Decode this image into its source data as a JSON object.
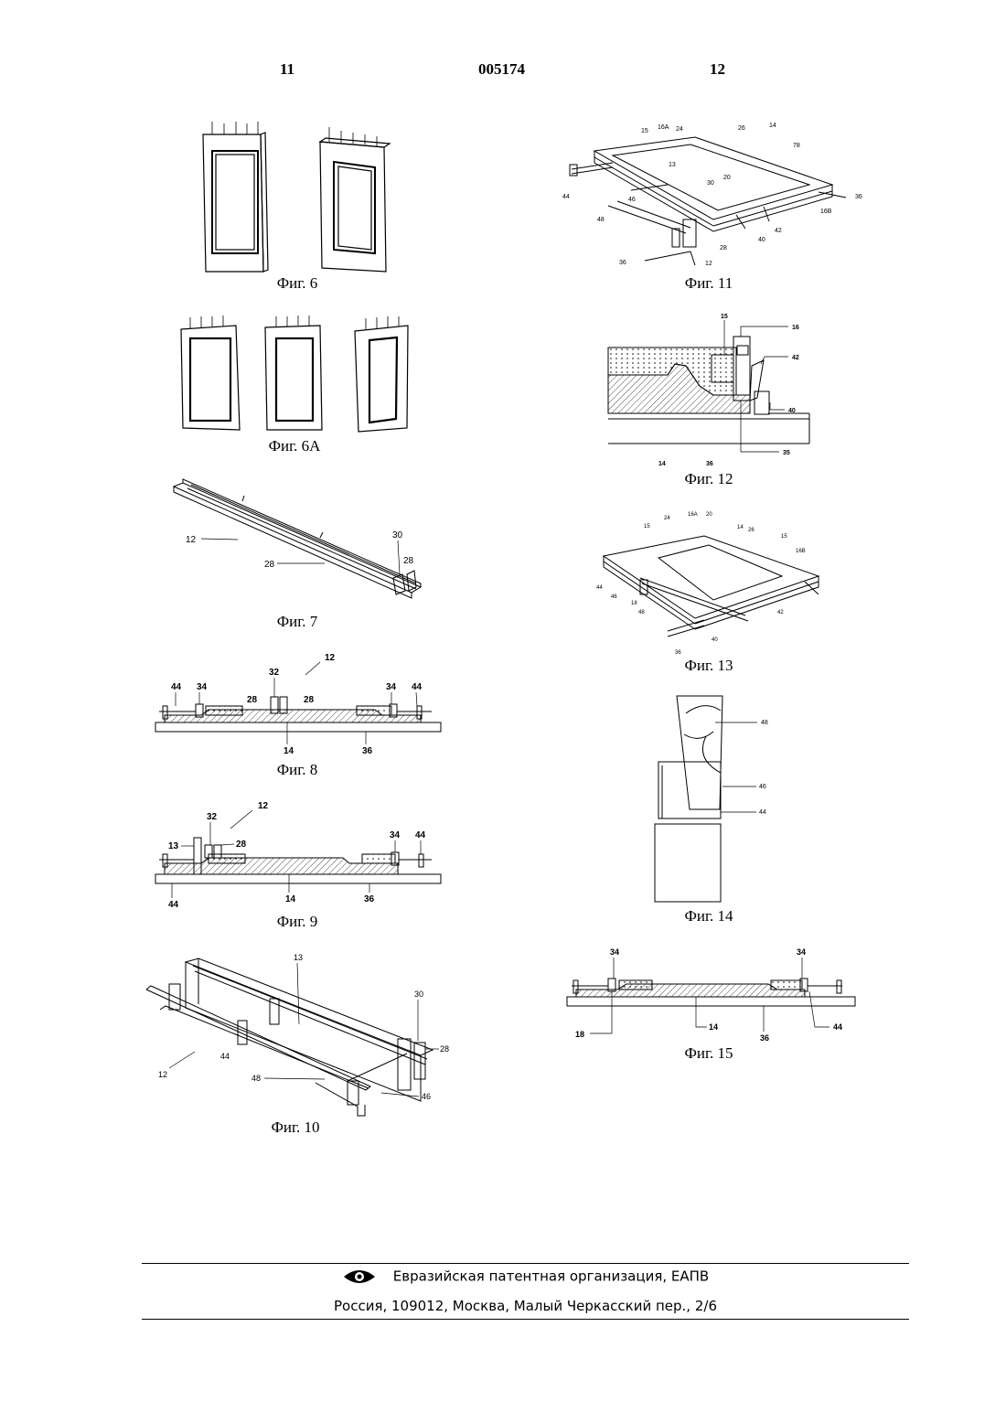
{
  "header": {
    "page_left": "11",
    "doc_number": "005174",
    "page_right": "12"
  },
  "figures": {
    "fig6": {
      "caption": "Фиг. 6"
    },
    "fig6a": {
      "caption": "Фиг. 6A"
    },
    "fig7": {
      "caption": "Фиг. 7",
      "labels": [
        "12",
        "28",
        "30",
        "28"
      ]
    },
    "fig8": {
      "caption": "Фиг. 8",
      "labels": [
        "12",
        "32",
        "28",
        "28",
        "34",
        "34",
        "44",
        "44",
        "14",
        "36"
      ]
    },
    "fig9": {
      "caption": "Фиг. 9",
      "labels": [
        "12",
        "32",
        "13",
        "28",
        "34",
        "44",
        "44",
        "14",
        "36"
      ]
    },
    "fig10": {
      "caption": "Фиг. 10",
      "labels": [
        "13",
        "30",
        "28",
        "12",
        "44",
        "48",
        "46"
      ]
    },
    "fig11": {
      "caption": "Фиг. 11",
      "labels": [
        "15",
        "16A",
        "24",
        "26",
        "14",
        "78",
        "13",
        "20",
        "30",
        "44",
        "46",
        "36",
        "16B",
        "48",
        "42",
        "40",
        "28",
        "12",
        "36"
      ]
    },
    "fig12": {
      "caption": "Фиг. 12",
      "labels": [
        "15",
        "16",
        "42",
        "40",
        "14",
        "36",
        "35"
      ]
    },
    "fig13": {
      "caption": "Фиг. 13",
      "labels": [
        "15",
        "24",
        "16A",
        "20",
        "14",
        "26",
        "15",
        "16B",
        "44",
        "46",
        "18",
        "48",
        "42",
        "40",
        "36"
      ]
    },
    "fig14": {
      "caption": "Фиг. 14",
      "labels": [
        "48",
        "46",
        "44"
      ]
    },
    "fig15": {
      "caption": "Фиг. 15",
      "labels": [
        "34",
        "34",
        "18",
        "14",
        "36",
        "44"
      ]
    }
  },
  "footer": {
    "organization": "Евразийская патентная организация, ЕАПВ",
    "address": "Россия, 109012, Москва, Малый Черкасский пер., 2/6"
  },
  "logo_icon": "eye-icon"
}
